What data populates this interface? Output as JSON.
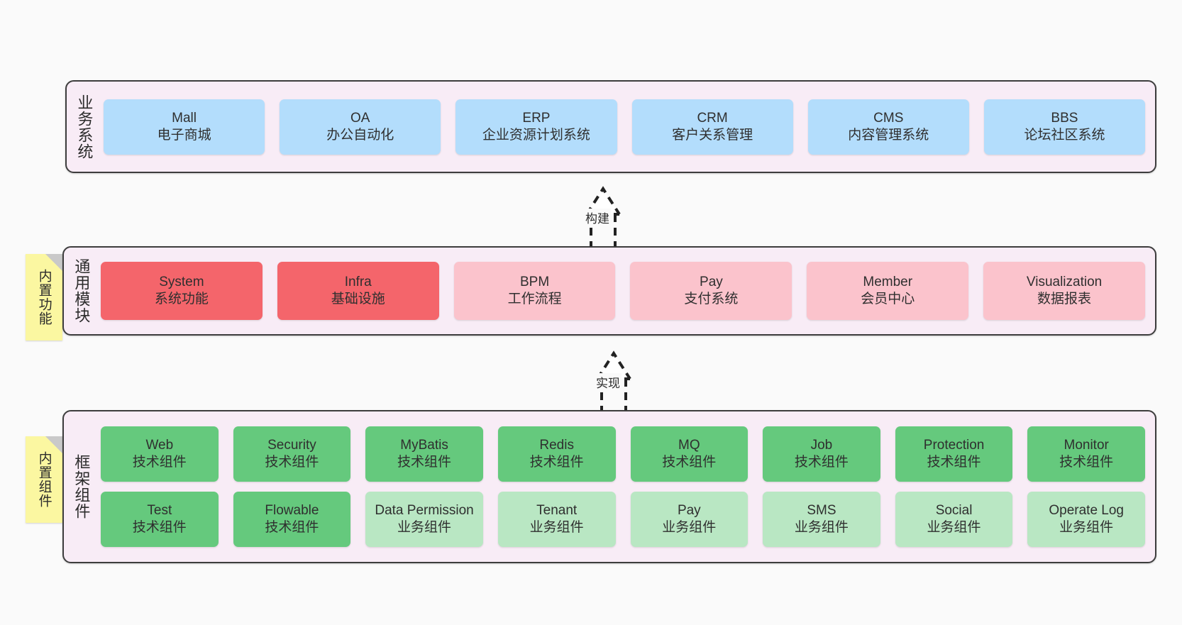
{
  "palette": {
    "page_bg": "#fafafa",
    "layer_bg": "#f8ecf6",
    "layer_border": "#3d3d3d",
    "business": "#b3ddfc",
    "module_core": "#f4656b",
    "module_normal": "#fbc3cc",
    "component_tech": "#65c97d",
    "component_biz": "#b9e7c3",
    "sticky": "#fbf7a1",
    "sticky_fold": "#c9c9c9",
    "text": "#2f2f2f"
  },
  "layers": [
    {
      "id": "business-system",
      "title": "业务系统",
      "rows": [
        {
          "id": "business-row",
          "cards": [
            {
              "name": "mall",
              "en": "Mall",
              "cn": "电子商城",
              "style": "c-blue"
            },
            {
              "name": "oa",
              "en": "OA",
              "cn": "办公自动化",
              "style": "c-blue"
            },
            {
              "name": "erp",
              "en": "ERP",
              "cn": "企业资源计划系统",
              "style": "c-blue"
            },
            {
              "name": "crm",
              "en": "CRM",
              "cn": "客户关系管理",
              "style": "c-blue"
            },
            {
              "name": "cms",
              "en": "CMS",
              "cn": "内容管理系统",
              "style": "c-blue"
            },
            {
              "name": "bbs",
              "en": "BBS",
              "cn": "论坛社区系统",
              "style": "c-blue"
            }
          ]
        }
      ]
    },
    {
      "id": "common-module",
      "title": "通用模块",
      "sticky": "内置功能",
      "rows": [
        {
          "id": "module-row",
          "cards": [
            {
              "name": "system",
              "en": "System",
              "cn": "系统功能",
              "style": "c-red"
            },
            {
              "name": "infra",
              "en": "Infra",
              "cn": "基础设施",
              "style": "c-red"
            },
            {
              "name": "bpm",
              "en": "BPM",
              "cn": "工作流程",
              "style": "c-pink"
            },
            {
              "name": "pay",
              "en": "Pay",
              "cn": "支付系统",
              "style": "c-pink"
            },
            {
              "name": "member",
              "en": "Member",
              "cn": "会员中心",
              "style": "c-pink"
            },
            {
              "name": "visualization",
              "en": "Visualization",
              "cn": "数据报表",
              "style": "c-pink"
            }
          ]
        }
      ]
    },
    {
      "id": "framework-component",
      "title": "框架组件",
      "sticky": "内置组件",
      "rows": [
        {
          "id": "component-row-1",
          "cards": [
            {
              "name": "web",
              "en": "Web",
              "cn": "技术组件",
              "style": "c-green"
            },
            {
              "name": "security",
              "en": "Security",
              "cn": "技术组件",
              "style": "c-green"
            },
            {
              "name": "mybatis",
              "en": "MyBatis",
              "cn": "技术组件",
              "style": "c-green"
            },
            {
              "name": "redis",
              "en": "Redis",
              "cn": "技术组件",
              "style": "c-green"
            },
            {
              "name": "mq",
              "en": "MQ",
              "cn": "技术组件",
              "style": "c-green"
            },
            {
              "name": "job",
              "en": "Job",
              "cn": "技术组件",
              "style": "c-green"
            },
            {
              "name": "protection",
              "en": "Protection",
              "cn": "技术组件",
              "style": "c-green"
            },
            {
              "name": "monitor",
              "en": "Monitor",
              "cn": "技术组件",
              "style": "c-green"
            }
          ]
        },
        {
          "id": "component-row-2",
          "cards": [
            {
              "name": "test",
              "en": "Test",
              "cn": "技术组件",
              "style": "c-green"
            },
            {
              "name": "flowable",
              "en": "Flowable",
              "cn": "技术组件",
              "style": "c-green"
            },
            {
              "name": "data-permission",
              "en": "Data Permission",
              "cn": "业务组件",
              "style": "c-green-light"
            },
            {
              "name": "tenant",
              "en": "Tenant",
              "cn": "业务组件",
              "style": "c-green-light"
            },
            {
              "name": "pay-component",
              "en": "Pay",
              "cn": "业务组件",
              "style": "c-green-light"
            },
            {
              "name": "sms",
              "en": "SMS",
              "cn": "业务组件",
              "style": "c-green-light"
            },
            {
              "name": "social",
              "en": "Social",
              "cn": "业务组件",
              "style": "c-green-light"
            },
            {
              "name": "operate-log",
              "en": "Operate Log",
              "cn": "业务组件",
              "style": "c-green-light"
            }
          ]
        }
      ]
    }
  ],
  "arrows": [
    {
      "id": "arrow-build",
      "label": "构建",
      "from": "common-module",
      "to": "business-system"
    },
    {
      "id": "arrow-implement",
      "label": "实现",
      "from": "framework-component",
      "to": "common-module"
    }
  ]
}
